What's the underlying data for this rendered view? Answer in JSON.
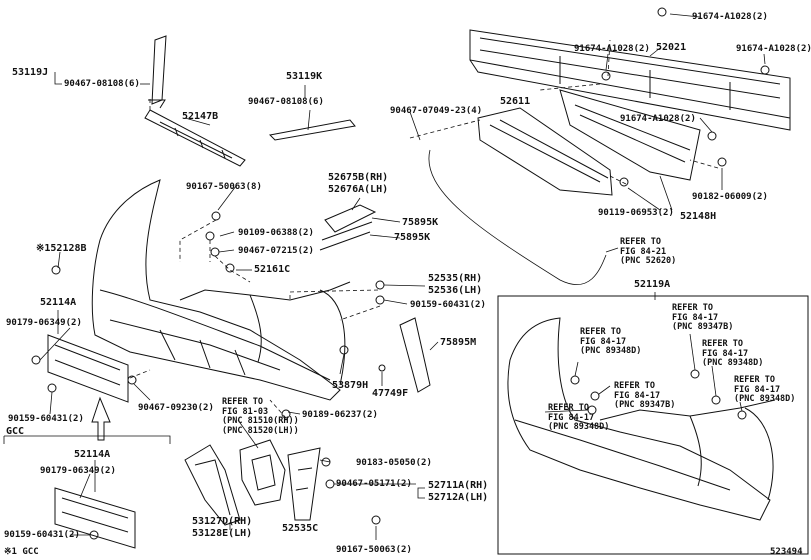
{
  "parts": {
    "p1": "91674-A1028(2)",
    "p2": "91674-A1028(2)",
    "p3": "52021",
    "p4": "91674-A1028(2)",
    "p5": "53119J",
    "p6": "90467-08108(6)",
    "p7": "53119K",
    "p8": "90467-08108(6)",
    "p9": "90467-07049-23(4)",
    "p10": "52611",
    "p11": "91674-A1028(2)",
    "p12": "52147B",
    "p13": "90182-06009(2)",
    "p14": "90119-06953(2)",
    "p15": "52148H",
    "p16": "90167-50063(8)",
    "p17": "52675B(RH)",
    "p18": "52676A(LH)",
    "p19": "75895K",
    "p20": "75895K",
    "p21": "90109-06388(2)",
    "p22": "90467-07215(2)",
    "p23": "※152128B",
    "p24": "52161C",
    "p25": "52535(RH)",
    "p26": "52536(LH)",
    "p27": "90159-60431(2)",
    "p28": "52114A",
    "p29": "90179-06349(2)",
    "p30": "75895M",
    "p31": "52119A",
    "p32": "53879H",
    "p33": "47749F",
    "p34": "90159-60431(2)",
    "p35": "90467-09230(2)",
    "p36": "90189-06237(2)",
    "p37": "GCC",
    "p38": "52114A",
    "p39": "90179-06349(2)",
    "p40": "90183-05050(2)",
    "p41": "90467-05171(2)",
    "p42": "52711A(RH)",
    "p43": "52712A(LH)",
    "p44": "53127D(RH)",
    "p45": "53128E(LH)",
    "p46": "52535C",
    "p47": "90159-60431(2)",
    "p48": "90167-50063(2)"
  },
  "refs": {
    "r1": "REFER TO\nFIG 84-21\n(PNC 52620)",
    "r2": "REFER TO\nFIG 81-03\n(PNC 81510(RH))\n(PNC 81520(LH))",
    "r3": "REFER TO\nFIG 84-17\n(PNC 89347B)",
    "r4": "REFER TO\nFIG 84-17\n(PNC 89348D)",
    "r5": "REFER TO\nFIG 84-17\n(PNC 89348D)",
    "r6": "REFER TO\nFIG 84-17\n(PNC 89347B)",
    "r7": "REFER TO\nFIG 84-17\n(PNC 89348D)",
    "r8": "REFER TO\nFIG 84-17\n(PNC 89348D)"
  },
  "footer": {
    "note": "※1 GCC",
    "figure_number": "523494"
  }
}
